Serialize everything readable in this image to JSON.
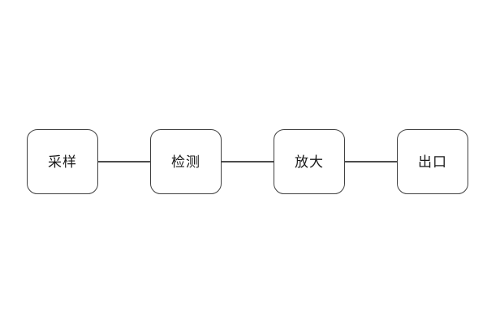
{
  "diagram": {
    "type": "flowchart",
    "direction": "left-to-right",
    "colors": {
      "canvas_bg": "#ffffff",
      "node_fill": "#ffffff",
      "node_border": "#404040",
      "connector_color": "#4d4d4d",
      "text_color": "#1a1a1a"
    },
    "nodes": [
      {
        "id": "sampling",
        "label": "采样"
      },
      {
        "id": "detection",
        "label": "检测"
      },
      {
        "id": "amplification",
        "label": "放大"
      },
      {
        "id": "outlet",
        "label": "出口"
      }
    ],
    "connections": [
      {
        "from": "采样",
        "to": "检测"
      },
      {
        "from": "检测",
        "to": "放大"
      },
      {
        "from": "放大",
        "to": "出口"
      }
    ]
  }
}
